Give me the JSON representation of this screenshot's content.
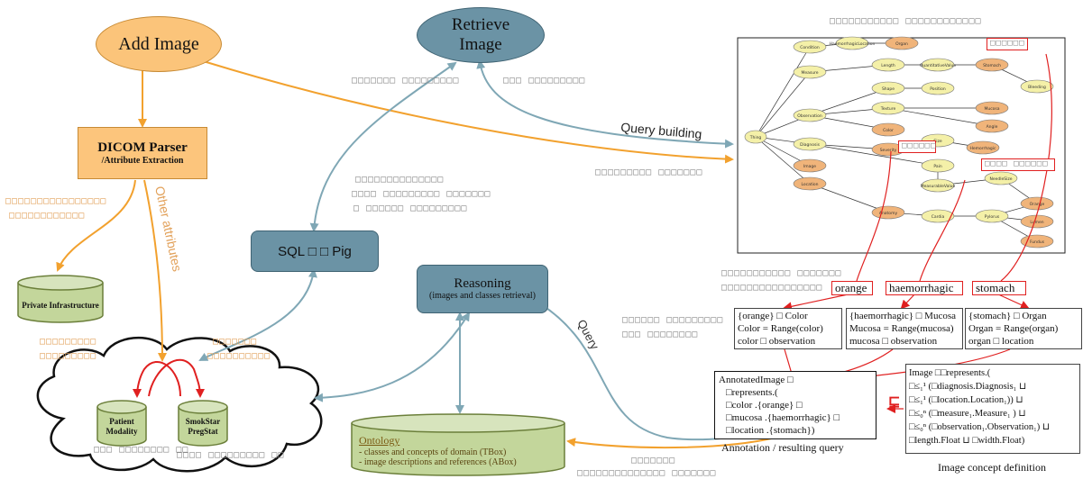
{
  "nodes": {
    "add_image": "Add Image",
    "retrieve_image": "Retrieve Image",
    "dicom_title": "DICOM Parser",
    "dicom_sub": "/Attribute Extraction",
    "sql_pig": "SQL □ □ Pig",
    "private_infra": "Private Infrastructure",
    "reasoning_title": "Reasoning",
    "reasoning_sub": "(images and classes retrieval)",
    "patient_modality": "Patient Modality",
    "smokstar": "SmokStar PregStat",
    "ontology_title": "Ontology",
    "ontology_line1": "- classes and concepts of domain (TBox)",
    "ontology_line2": "- image descriptions and references (ABox)"
  },
  "edges": {
    "query_building": "Query building",
    "other_attributes": "Other attributes",
    "query": "Query"
  },
  "garbled": {
    "top_title": "□□□□□□□□□□□ □□□□□□□□□□□□",
    "retrieve_left": "□□□□□□□ □□□□□□□□□",
    "retrieve_right": "□□□ □□□□□□□□□",
    "mid_right": "□□□□□□□□□ □□□□□□□",
    "center1": "□□□□□□□□□□□□□□",
    "center2": "□□□□ □□□□□□□□□ □□□□□□□",
    "center3": "□ □□□□□□ □□□□□□□□□",
    "orange_left1": "□□□□□□□□□□□□□□□□",
    "orange_left2": "□□□□□□□□□□□□",
    "left_low1": "□□□□□□□□□",
    "left_low2": "□□□□□□□□□",
    "right_low1": "□□□□□□□",
    "right_low2": "□□□□□□□□□□",
    "cloud_cap1": "□□□ □□□□□□□□ □□",
    "cloud_cap2": "□□□□ □□□□□□□□□ □□",
    "terms_cap1": "□□□□□□□□□□□ □□□□□□□",
    "terms_cap2": "□□□□□□□□□□□□□□□□",
    "defs_cap1": "□□□□□□ □□□□□□□□□",
    "defs_cap2": "□□□ □□□□□□□□",
    "bottom_cap1": "□□□□□□□",
    "bottom_cap2": "□□□□□□□□□□□□□□ □□□□□□□",
    "callout1": "□□□□□□",
    "callout2": "□□□□□□",
    "callout3": "□□□□ □□□□□□"
  },
  "terms": {
    "orange": "orange",
    "haemorrhagic": "haemorrhagic",
    "stomach": "stomach"
  },
  "defs": {
    "orange": [
      "{orange} □ Color",
      "Color = Range(color)",
      "color □ observation"
    ],
    "haem": [
      "{haemorrhagic} □ Mucosa",
      "Mucosa = Range(mucosa)",
      "mucosa □ observation"
    ],
    "stomach": [
      "{stomach} □ Organ",
      "Organ = Range(organ)",
      "organ □ location"
    ]
  },
  "annotated": [
    "AnnotatedImage □",
    "□represents.(",
    "□color .{orange} □",
    "□mucosa .{haemorrhagic} □",
    "□location .{stomach})"
  ],
  "annotation_caption": "Annotation / resulting query",
  "subsumes_symbol": "⊑",
  "image_concept": [
    "Image □□represents.(",
    "□≤₁¹ (□diagnosis.Diagnosis₁ ⊔",
    "□≤₁¹ (□location.Location₁)) ⊔",
    "□≤₀ⁿ (□measure₁.Measure₁ ) ⊔",
    "□≤₀ⁿ (□observation₁.Observation₁) ⊔",
    "□length.Float ⊔ □width.Float)"
  ],
  "image_concept_caption": "Image concept definition",
  "graph_labels": {
    "root": "Thing",
    "n1": "Condition",
    "n2": "Measure",
    "n3": "Observation",
    "n4": "Diagnosis",
    "n5": "Image",
    "n6": "Location",
    "c1": "HaemorrhagicLocation",
    "c2": "Organ",
    "c3": "Length",
    "c4": "QuantitativeValue",
    "c5": "Shape",
    "c6": "Texture",
    "c7": "Color",
    "c8": "Severity",
    "c9": "Size",
    "c10": "Pain",
    "c11": "MeasurableValue",
    "c12": "NeedleSize",
    "c13": "Anatomy",
    "o1": "Mucosa",
    "o2": "Angle",
    "o3": "Stomach",
    "o4": "Bleeding",
    "o5": "Hemorrhagic",
    "o6": "Position",
    "o7": "Orange",
    "o8": "Lumen",
    "o9": "Fundus",
    "o10": "Cardia",
    "o11": "Pylorus"
  }
}
